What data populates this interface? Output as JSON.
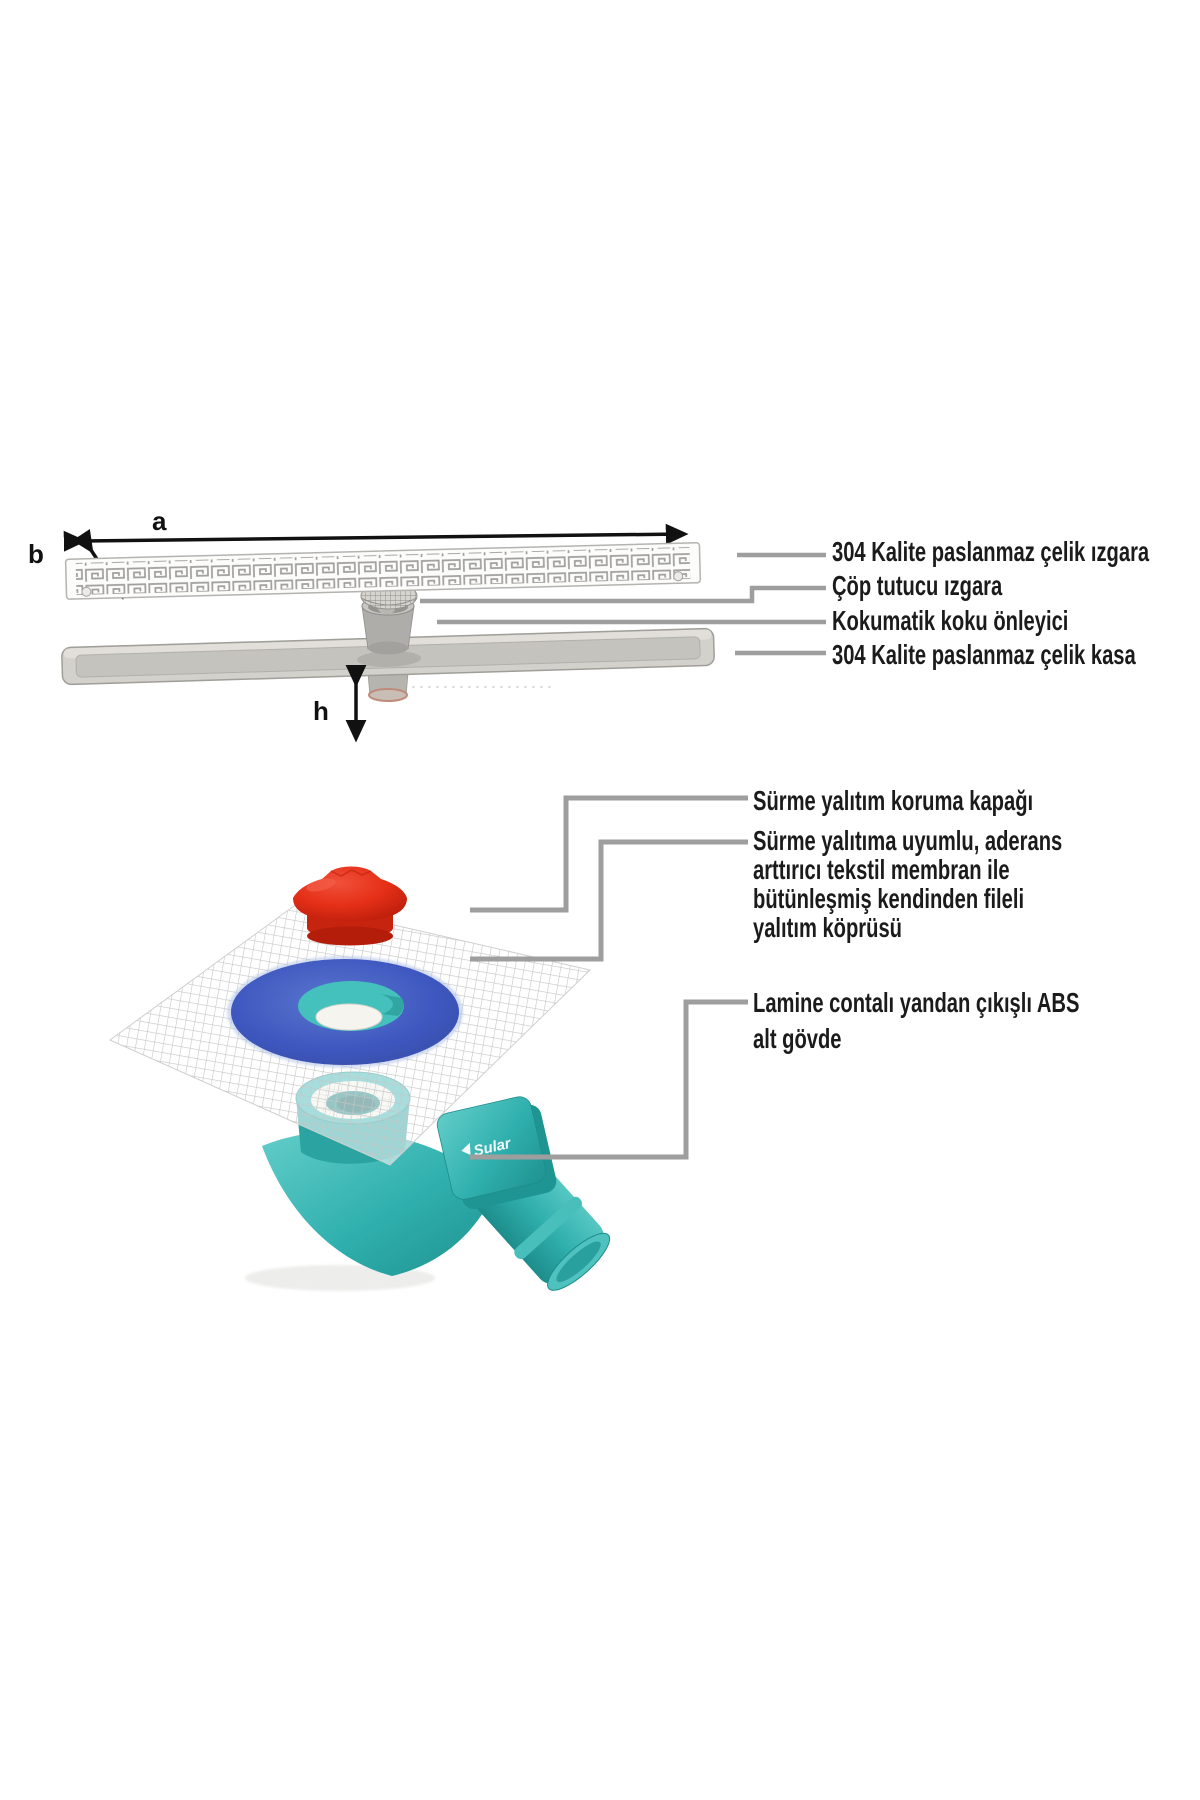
{
  "dimension_labels": {
    "a": "a",
    "b": "b",
    "h": "h"
  },
  "top_labels": [
    "304 Kalite paslanmaz çelik ızgara",
    "Çöp tutucu ızgara",
    "Kokumatik koku önleyici",
    "304 Kalite paslanmaz çelik kasa"
  ],
  "bottom_labels": {
    "cap": "Sürme yalıtım koruma kapağı",
    "membrane_lines": [
      "Sürme yalıtıma uyumlu, aderans",
      "arttırıcı tekstil membran ile",
      "bütünleşmiş kendinden fileli",
      "yalıtım köprüsü"
    ],
    "body_lines": [
      "Lamine contalı yandan çıkışlı ABS",
      "alt gövde"
    ]
  },
  "brand": "Sular",
  "colors": {
    "leader_gray": "#9e9e9e",
    "text": "#1b1b1b",
    "steel_light": "#d3d1cc",
    "cap_red": "#e63018",
    "membrane_blue": "#3e57c0",
    "abs_teal": "#2fb0ae"
  }
}
